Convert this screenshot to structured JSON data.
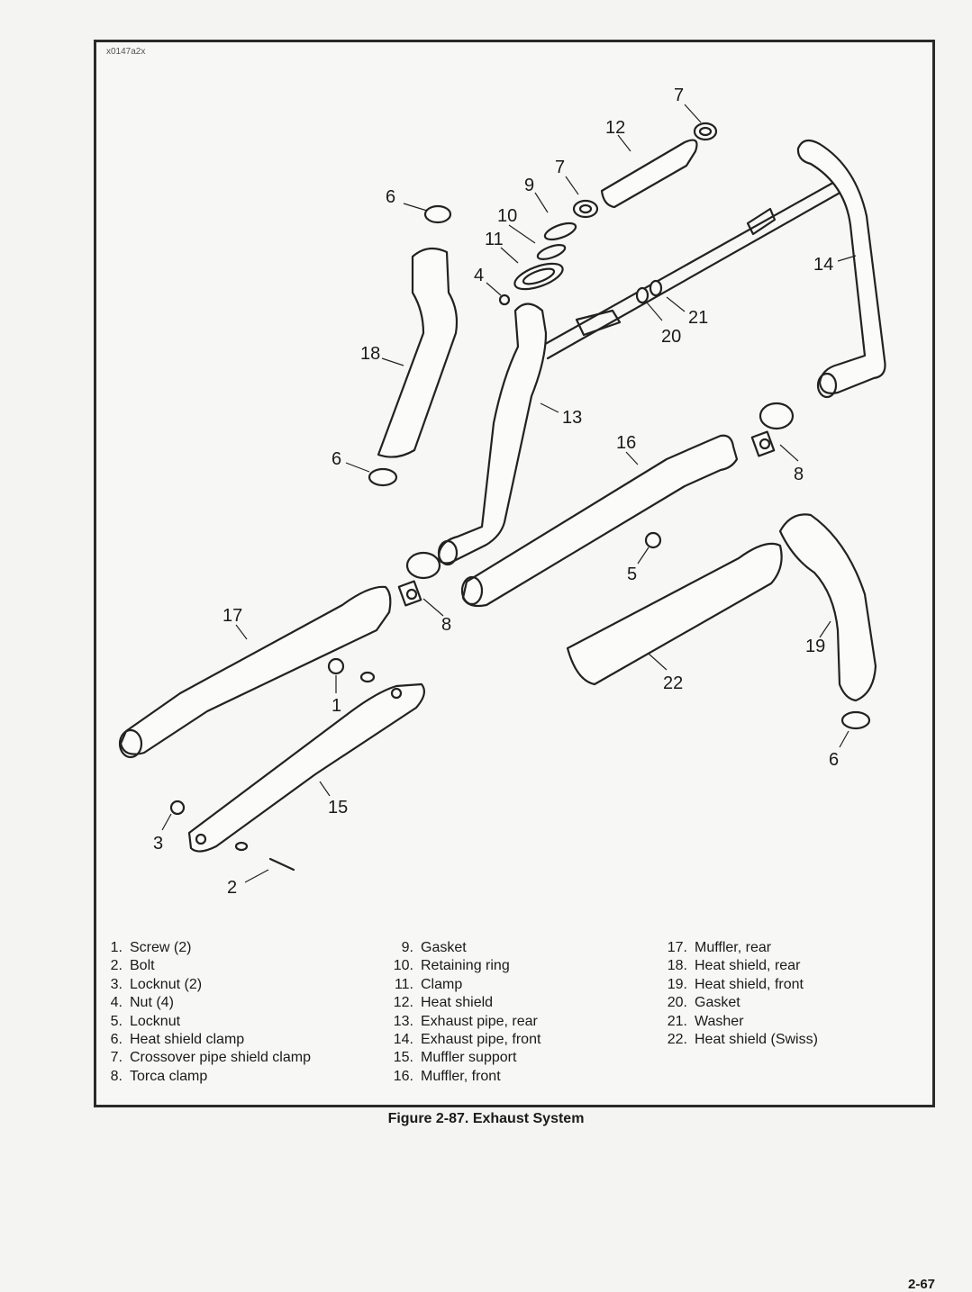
{
  "figure_code": "x0147a2x",
  "caption": "Figure 2-87. Exhaust System",
  "page_number": "2-67",
  "callouts": [
    "7",
    "12",
    "7",
    "9",
    "6",
    "10",
    "11",
    "14",
    "4",
    "21",
    "20",
    "18",
    "13",
    "16",
    "6",
    "8",
    "5",
    "17",
    "8",
    "19",
    "22",
    "1",
    "6",
    "15",
    "3",
    "2"
  ],
  "legend": {
    "col1": [
      {
        "num": "1.",
        "text": "Screw (2)"
      },
      {
        "num": "2.",
        "text": "Bolt"
      },
      {
        "num": "3.",
        "text": "Locknut (2)"
      },
      {
        "num": "4.",
        "text": "Nut (4)"
      },
      {
        "num": "5.",
        "text": "Locknut"
      },
      {
        "num": "6.",
        "text": "Heat shield clamp"
      },
      {
        "num": "7.",
        "text": "Crossover pipe shield clamp"
      },
      {
        "num": "8.",
        "text": "Torca clamp"
      }
    ],
    "col2": [
      {
        "num": "9.",
        "text": "Gasket"
      },
      {
        "num": "10.",
        "text": "Retaining ring"
      },
      {
        "num": "11.",
        "text": "Clamp"
      },
      {
        "num": "12.",
        "text": "Heat shield"
      },
      {
        "num": "13.",
        "text": "Exhaust pipe, rear"
      },
      {
        "num": "14.",
        "text": "Exhaust pipe, front"
      },
      {
        "num": "15.",
        "text": "Muffler support"
      },
      {
        "num": "16.",
        "text": "Muffler, front"
      }
    ],
    "col3": [
      {
        "num": "17.",
        "text": "Muffler, rear"
      },
      {
        "num": "18.",
        "text": "Heat shield, rear"
      },
      {
        "num": "19.",
        "text": "Heat shield, front"
      },
      {
        "num": "20.",
        "text": "Gasket"
      },
      {
        "num": "21.",
        "text": "Washer"
      },
      {
        "num": "22.",
        "text": "Heat shield (Swiss)"
      }
    ]
  }
}
